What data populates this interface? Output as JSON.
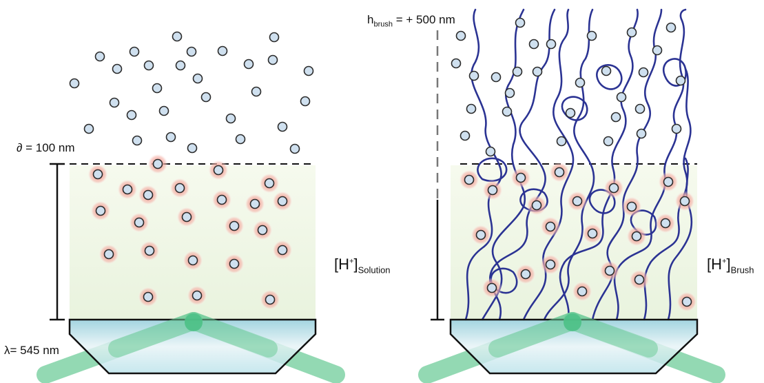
{
  "labels": {
    "diffusion_symbol": "∂",
    "diffusion_value": "= 100 nm",
    "wavelength": "λ= 545 nm",
    "h_main": "h",
    "h_sub": "brush",
    "h_value": "= + 500 nm",
    "h_solution_main": "[H",
    "h_solution_sup": "+",
    "h_solution_close": "]",
    "h_solution_sub": "Solution",
    "h_brush_main": "[H",
    "h_brush_sup": "+",
    "h_brush_close": "]",
    "h_brush_sub": "Brush"
  },
  "colors": {
    "particle_fill": "#cfe0ef",
    "particle_stroke": "#2a2a2a",
    "glow": "#ef8a80",
    "brush": "#2b3393",
    "beam": "#6fcc99",
    "prism_top": "#a8d6e0",
    "gradient_zone": "#eef5e2"
  },
  "panels": [
    "solution",
    "brush"
  ]
}
